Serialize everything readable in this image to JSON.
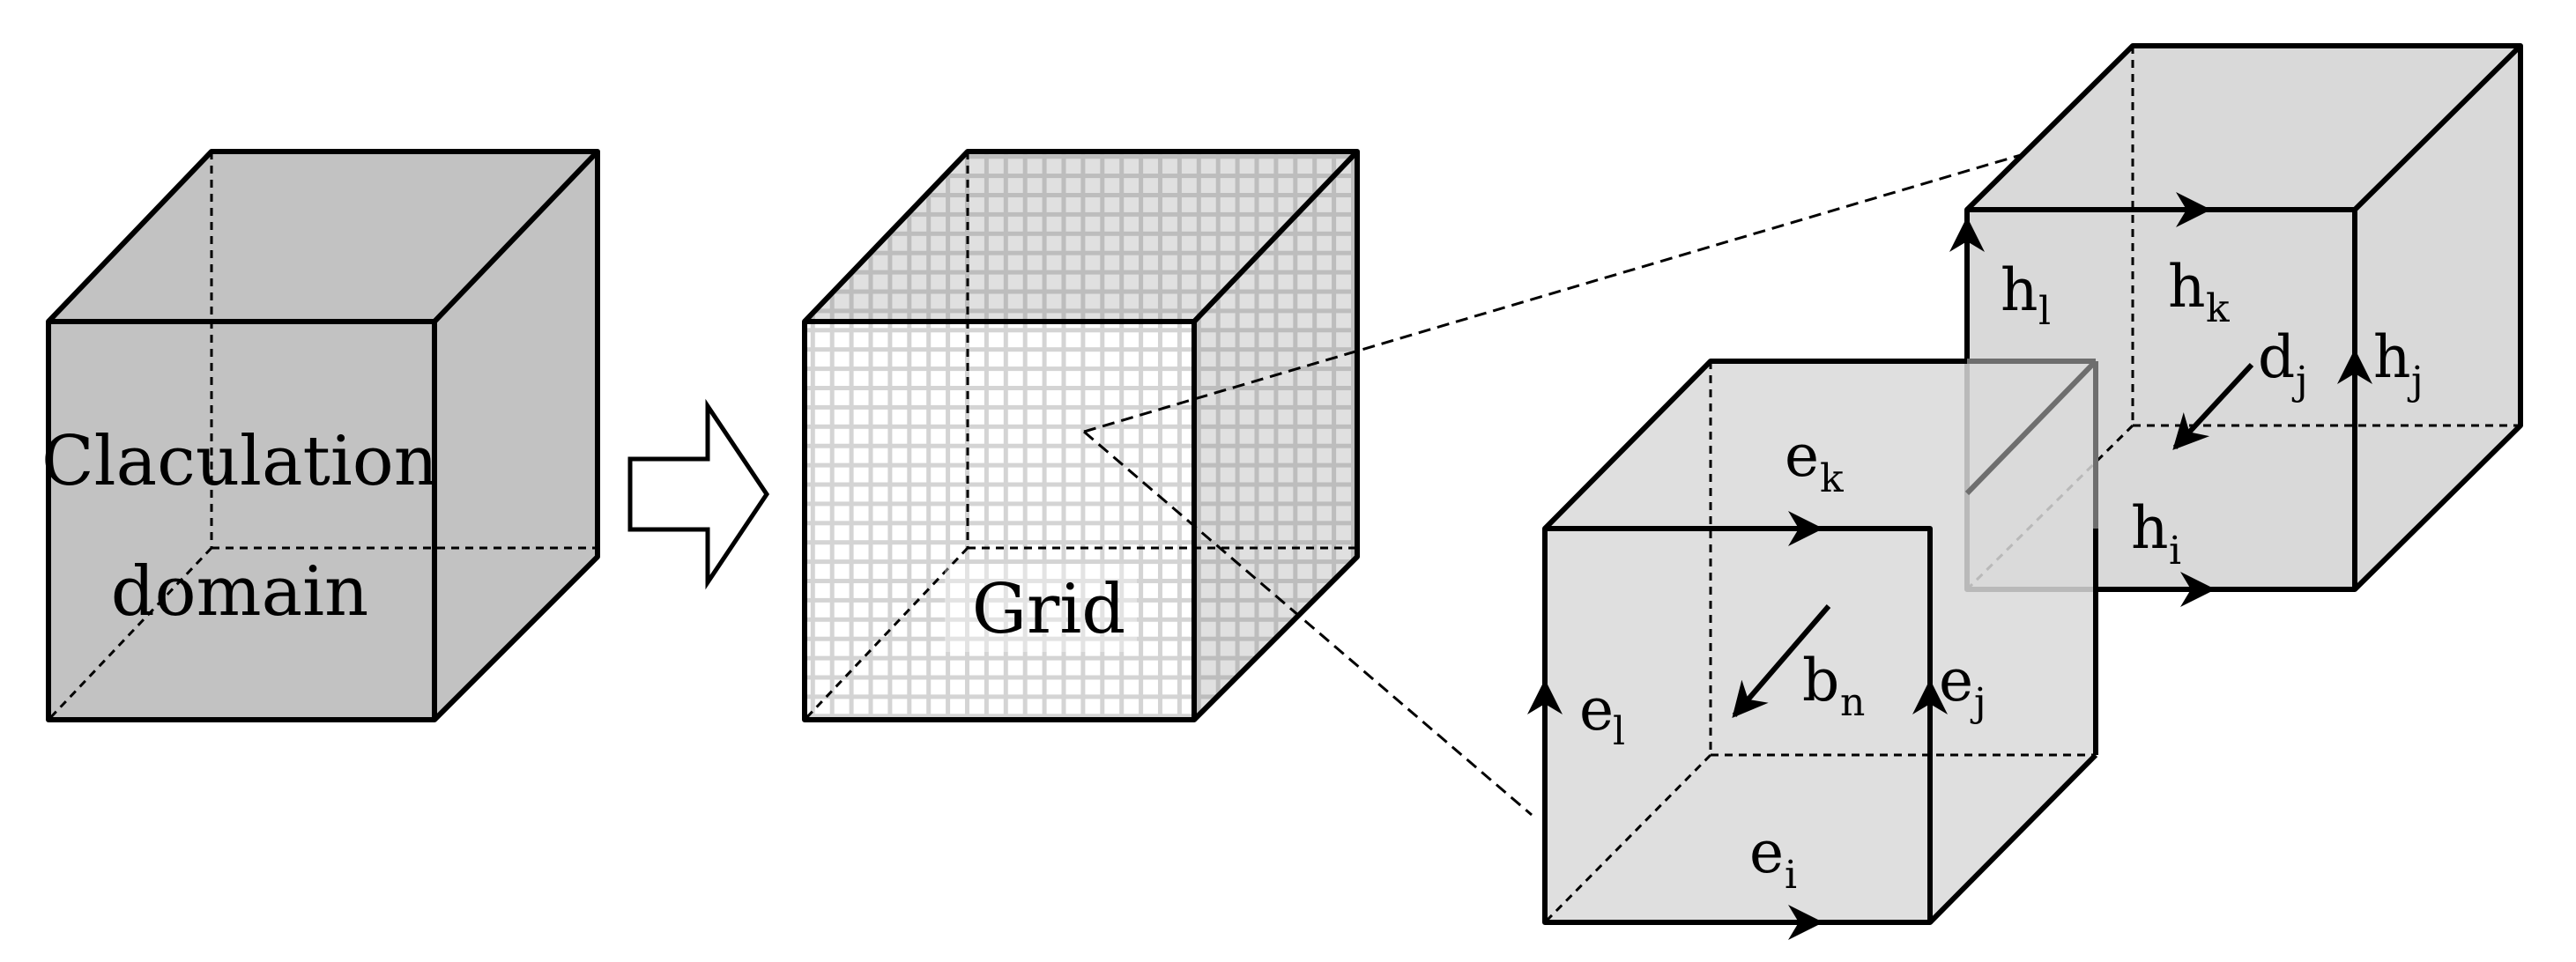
{
  "labels": {
    "domain_line1": "Claculation",
    "domain_line2": "domain",
    "grid": "Grid"
  },
  "symbols": {
    "e_l": {
      "base": "e",
      "sub": "l"
    },
    "e_k": {
      "base": "e",
      "sub": "k"
    },
    "e_j": {
      "base": "e",
      "sub": "j"
    },
    "e_i": {
      "base": "e",
      "sub": "i"
    },
    "b_n": {
      "base": "b",
      "sub": "n"
    },
    "h_l": {
      "base": "h",
      "sub": "l"
    },
    "h_k": {
      "base": "h",
      "sub": "k"
    },
    "h_j": {
      "base": "h",
      "sub": "j"
    },
    "h_i": {
      "base": "h",
      "sub": "i"
    },
    "d_j": {
      "base": "d",
      "sub": "j"
    }
  },
  "colors": {
    "domain_fill": "#c2c2c2",
    "cell_fill": "#d9d9d9",
    "grid_line": "#d4d4d4",
    "grid_side_fill": "#bdbdbd",
    "stroke": "#000000"
  }
}
